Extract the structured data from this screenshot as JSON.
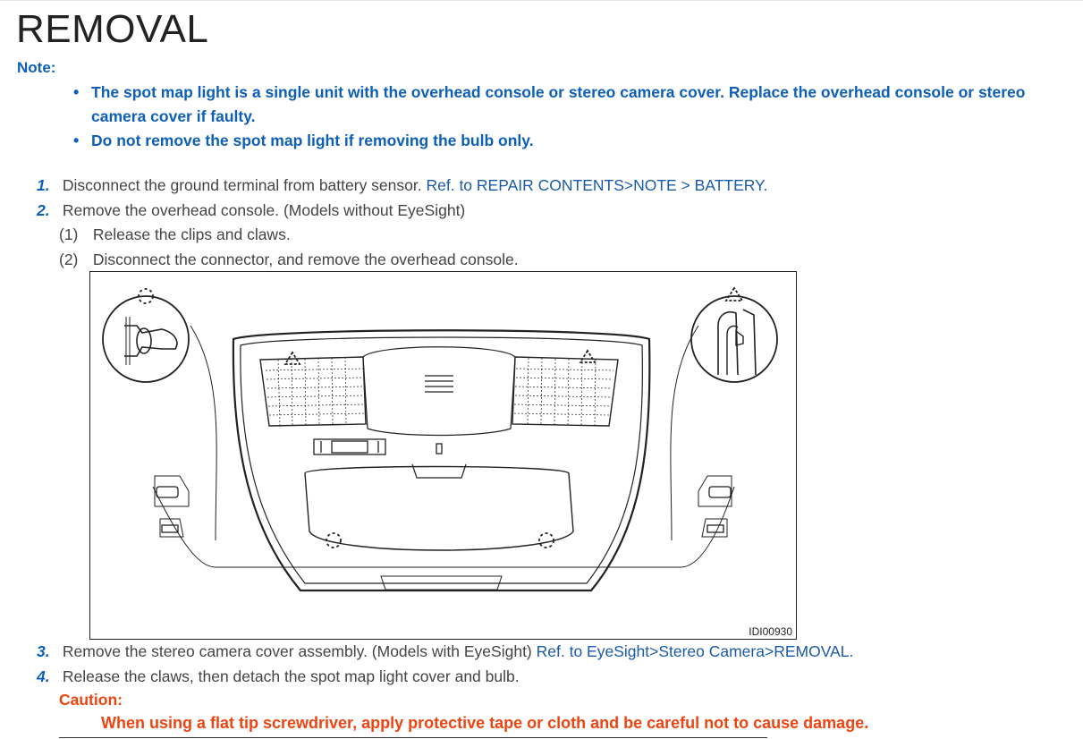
{
  "page": {
    "title": "REMOVAL"
  },
  "note": {
    "label": "Note:",
    "items": [
      "The spot map light is a single unit with the overhead console or stereo camera cover. Replace the overhead console or stereo camera cover if faulty.",
      "Do not remove the spot map light if removing the bulb only."
    ]
  },
  "steps": [
    {
      "num": "1.",
      "text": "Disconnect the ground terminal from battery sensor.",
      "link": "Ref. to REPAIR CONTENTS>NOTE > BATTERY."
    },
    {
      "num": "2.",
      "text": "Remove the overhead console. (Models without EyeSight)",
      "substeps": [
        {
          "num": "(1)",
          "text": "Release the clips and claws."
        },
        {
          "num": "(2)",
          "text": "Disconnect the connector, and remove the overhead console."
        }
      ]
    },
    {
      "num": "3.",
      "text": "Remove the stereo camera cover assembly. (Models with EyeSight)",
      "link": "Ref. to EyeSight>Stereo Camera>REMOVAL."
    },
    {
      "num": "4.",
      "text": "Release the claws, then detach the spot map light cover and bulb."
    }
  ],
  "figure": {
    "id": "IDI00930"
  },
  "caution": {
    "label": "Caution:",
    "text": "When using a flat tip screwdriver, apply protective tape or cloth and be careful not to cause damage."
  },
  "colors": {
    "note_blue": "#0d5fb8",
    "link_blue": "#1a5aa6",
    "caution_orange": "#ee4411"
  }
}
